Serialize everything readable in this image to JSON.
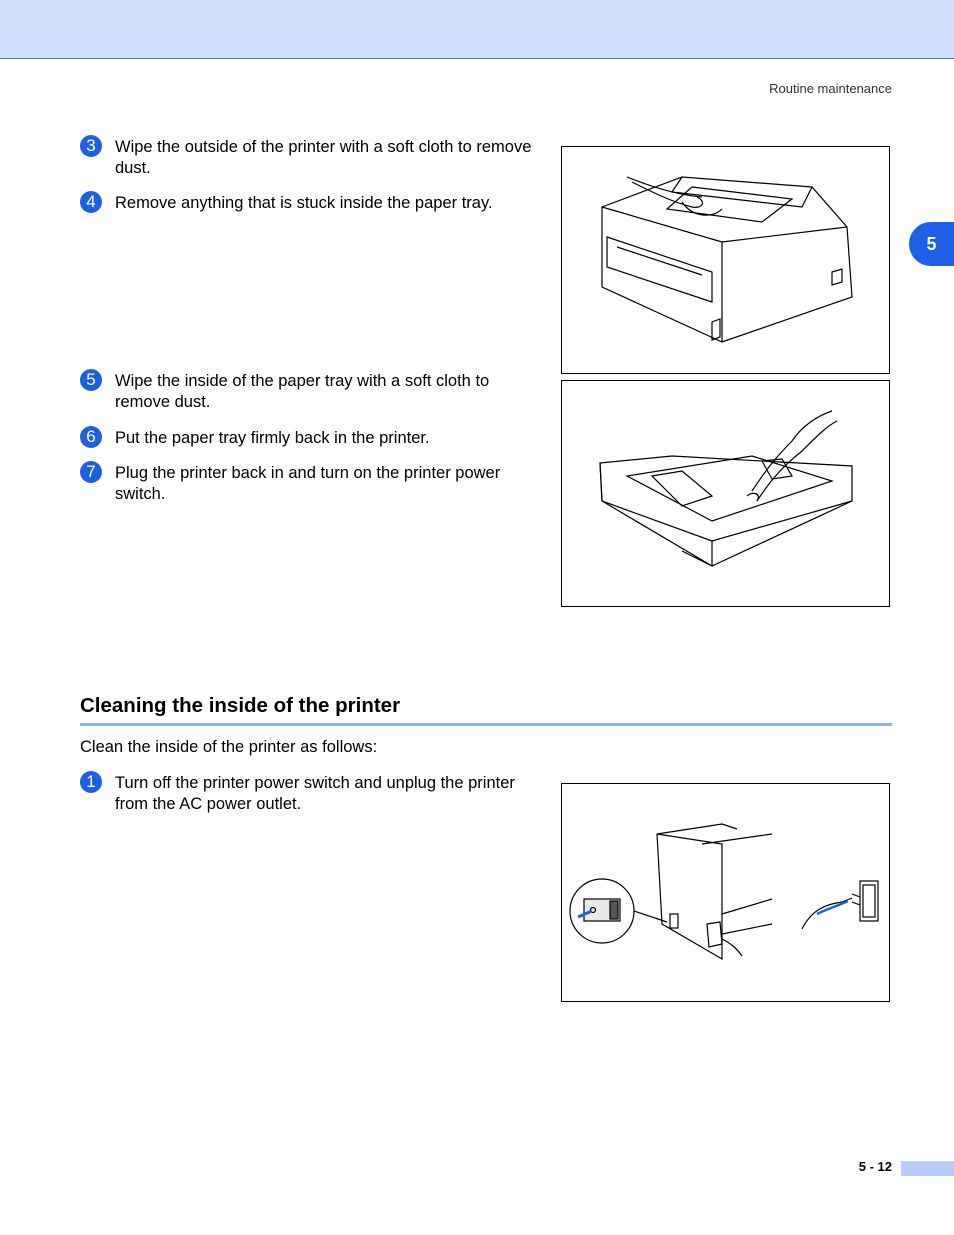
{
  "header": {
    "running_head": "Routine maintenance"
  },
  "chapter_tab": "5",
  "steps_top": [
    {
      "number": "3",
      "text": "Wipe the outside of the printer with a soft cloth to remove dust."
    },
    {
      "number": "4",
      "text": "Remove anything that is stuck inside the paper tray."
    },
    {
      "number": "5",
      "text": "Wipe the inside of the paper tray with a soft cloth to remove dust."
    },
    {
      "number": "6",
      "text": "Put the paper tray firmly back in the printer."
    },
    {
      "number": "7",
      "text": "Plug the printer back in and turn on the printer power switch."
    }
  ],
  "section": {
    "title": "Cleaning the inside of the printer",
    "intro": "Clean the inside of the printer as follows:",
    "steps": [
      {
        "number": "1",
        "text": "Turn off the printer power switch and unplug the printer from the AC power outlet."
      }
    ]
  },
  "footer": {
    "page_number": "5 - 12"
  }
}
